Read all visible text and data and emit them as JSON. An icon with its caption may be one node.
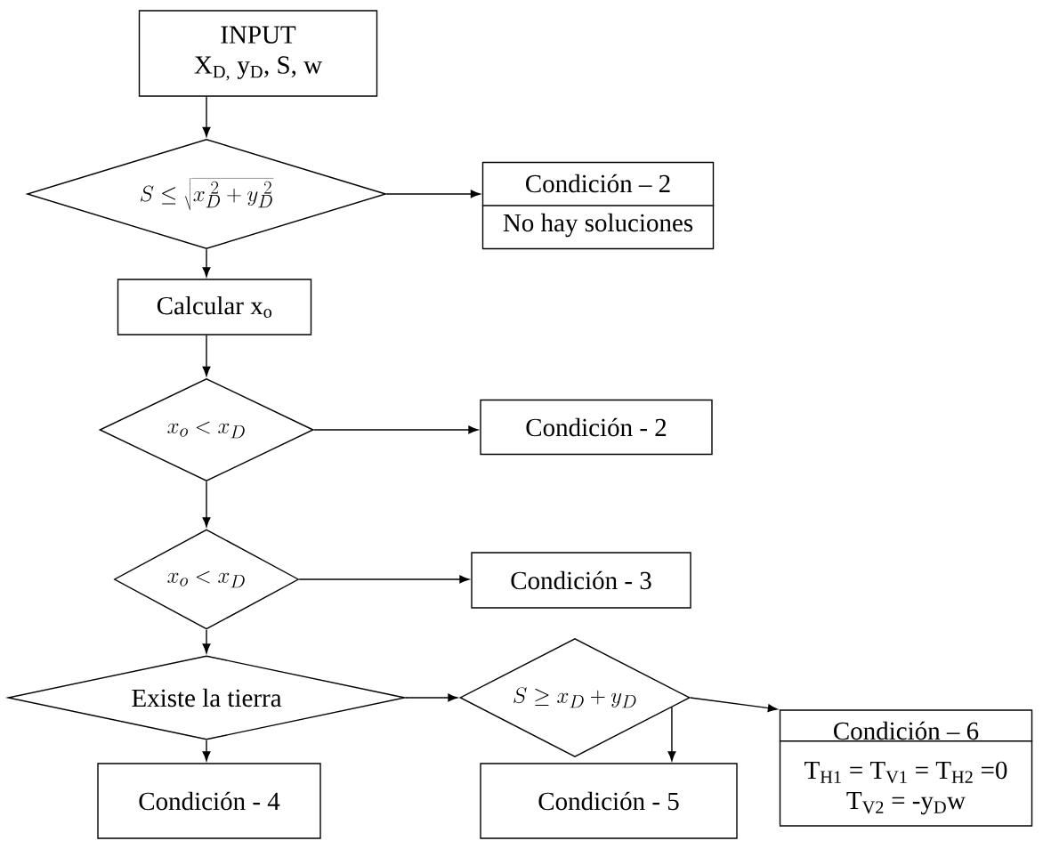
{
  "diagram": {
    "nodes": [
      {
        "text": [
          "INPUT",
          "X$_{D,}$ y$_{D}$, S, w"
        ]
      },
      {
        "text": [
          "S \\le \\sqrt{x_D^{\\;2}+y_D^{\\;2}}"
        ]
      },
      {
        "text": [
          "Condición – 2",
          "No hay soluciones"
        ]
      },
      {
        "text": [
          "Calcular x$_{o}$"
        ]
      },
      {
        "text": [
          "x_o < x_D"
        ]
      },
      {
        "text": [
          "Condición - 2"
        ]
      },
      {
        "text": [
          "x_o < x_D"
        ]
      },
      {
        "text": [
          "Condición - 3"
        ]
      },
      {
        "text": [
          "Existe la tierra"
        ]
      },
      {
        "text": [
          "S \\ge x_D + y_D"
        ]
      },
      {
        "text": [
          "Condición - 4"
        ]
      },
      {
        "text": [
          "Condición - 5"
        ]
      },
      {
        "text": [
          "Condición – 6",
          "T$_{H1}$ = T$_{V1}$ = T$_{H2}$ =0",
          "T$_{V2}$ = -y$_{D}$w"
        ]
      }
    ],
    "edges": [
      {
        "from": 0,
        "to": 1,
        "arrow": "to"
      },
      {
        "from": 1,
        "to": 2,
        "arrow": "to"
      },
      {
        "from": 1,
        "to": 3,
        "arrow": "to"
      },
      {
        "from": 3,
        "to": 4,
        "arrow": "to"
      },
      {
        "from": 4,
        "to": 5,
        "arrow": "to"
      },
      {
        "from": 4,
        "to": 6,
        "arrow": "to"
      },
      {
        "from": 6,
        "to": 7,
        "arrow": "to"
      },
      {
        "from": 6,
        "to": 8,
        "arrow": "to"
      },
      {
        "from": 8,
        "to": 9,
        "arrow": "to"
      },
      {
        "from": 8,
        "to": 10,
        "arrow": "to"
      },
      {
        "from": 9,
        "to": 12,
        "arrow": "to"
      },
      {
        "from": 9,
        "to": 11,
        "arrow": "to"
      }
    ]
  }
}
